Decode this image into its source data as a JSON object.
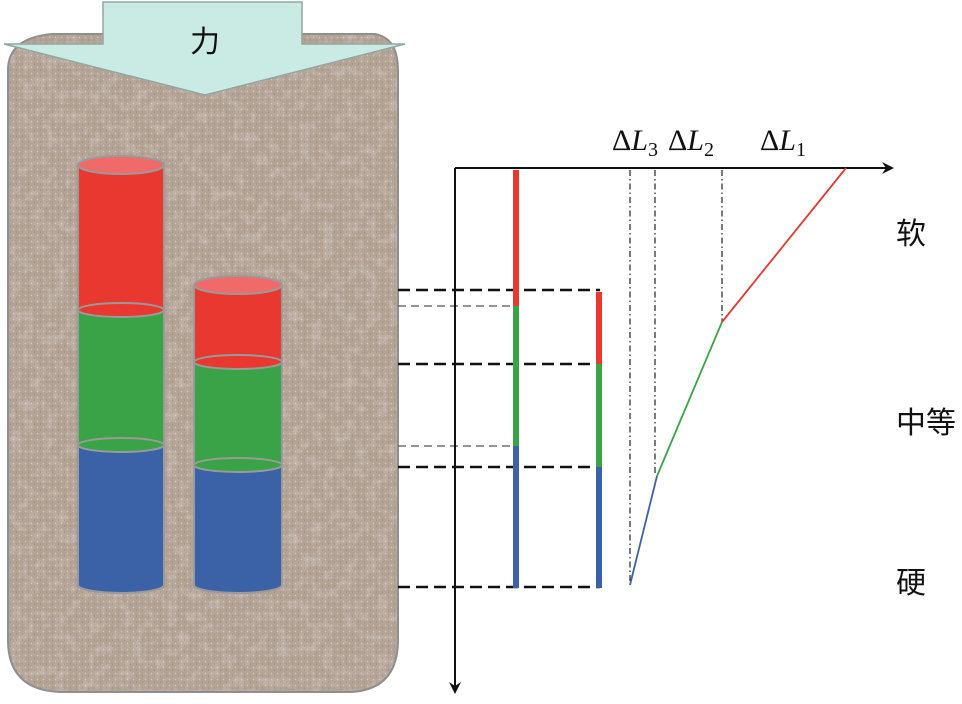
{
  "force_label": "力",
  "delta_labels": [
    {
      "delta": "Δ",
      "var": "L",
      "sub": "3"
    },
    {
      "delta": "Δ",
      "var": "L",
      "sub": "2"
    },
    {
      "delta": "Δ",
      "var": "L",
      "sub": "1"
    }
  ],
  "layer_labels": [
    "软",
    "中等",
    "硬"
  ],
  "colors": {
    "soft": "#e8382f",
    "soft_top": "#f06a6a",
    "medium": "#3aa347",
    "hard": "#3b62a6",
    "axis": "#111111",
    "soil": "#b3a394",
    "arrow_fill": "#c9ebe3"
  }
}
